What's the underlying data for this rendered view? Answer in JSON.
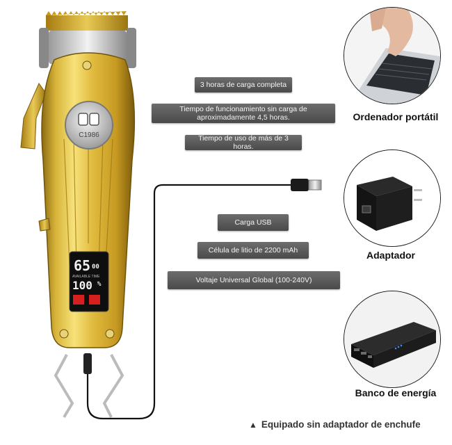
{
  "product": {
    "logo_text": "C1986",
    "display": {
      "minutes": "65",
      "minutes_unit": "00",
      "available_label": "AVAILABLE TIME",
      "battery_percent": "100",
      "percent_sign": "%"
    }
  },
  "specs": [
    "3 horas de carga completa",
    "Tiempo de funcionamiento sin carga de aproximadamente 4,5 horas.",
    "Tiempo de uso de más de 3 horas.",
    "Carga USB",
    "Célula de litio de 2200 mAh",
    "Voltaje Universal Global (100-240V)"
  ],
  "accessories": [
    {
      "label": "Ordenador portátil",
      "icon": "laptop-icon"
    },
    {
      "label": "Adaptador",
      "icon": "power-adapter-icon"
    },
    {
      "label": "Banco de energía",
      "icon": "power-bank-icon"
    }
  ],
  "footnote": {
    "marker": "▲",
    "text": "Equipado sin adaptador de enchufe"
  },
  "colors": {
    "gold": "#d4a82a",
    "pill_bg": "#5a5a5a",
    "text_dark": "#111111"
  }
}
